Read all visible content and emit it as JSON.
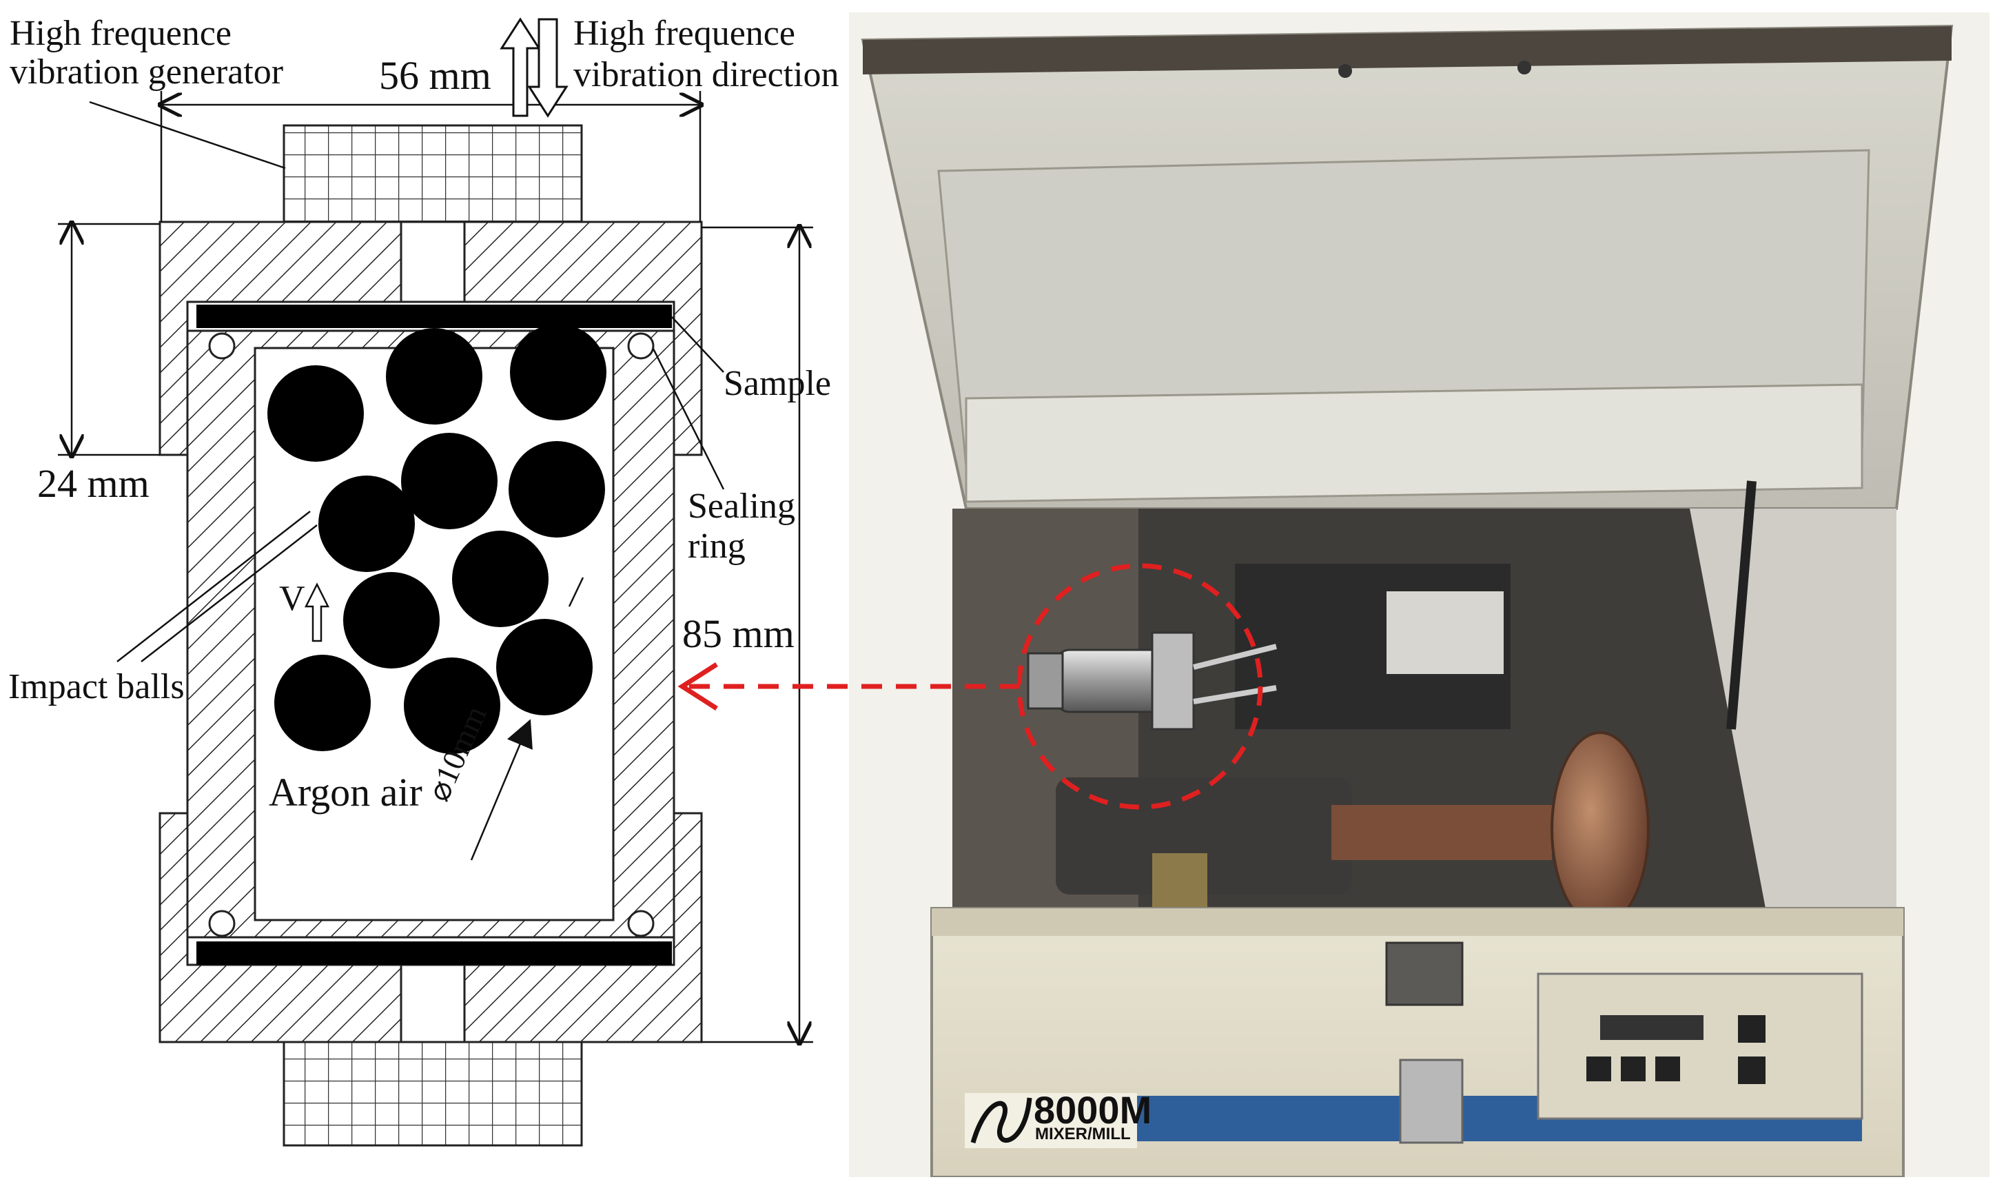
{
  "labels": {
    "generator": "High frequence\nvibration generator",
    "direction": "High frequence\nvibration direction",
    "width_dim": "56 mm",
    "height_dim_small": "24 mm",
    "height_dim_large": "85 mm",
    "sample": "Sample",
    "sealing_ring": "Sealing\nring",
    "impact_balls": "Impact balls",
    "velocity": "V",
    "argon": "Argon air",
    "ball_diameter": "⌀10mm"
  },
  "machine": {
    "model": "8000M",
    "type": "MIXER/MILL"
  },
  "colors": {
    "indicator": "#e02020",
    "machine_body": "#e6e2d3",
    "stripe": "#2f5f9a"
  }
}
